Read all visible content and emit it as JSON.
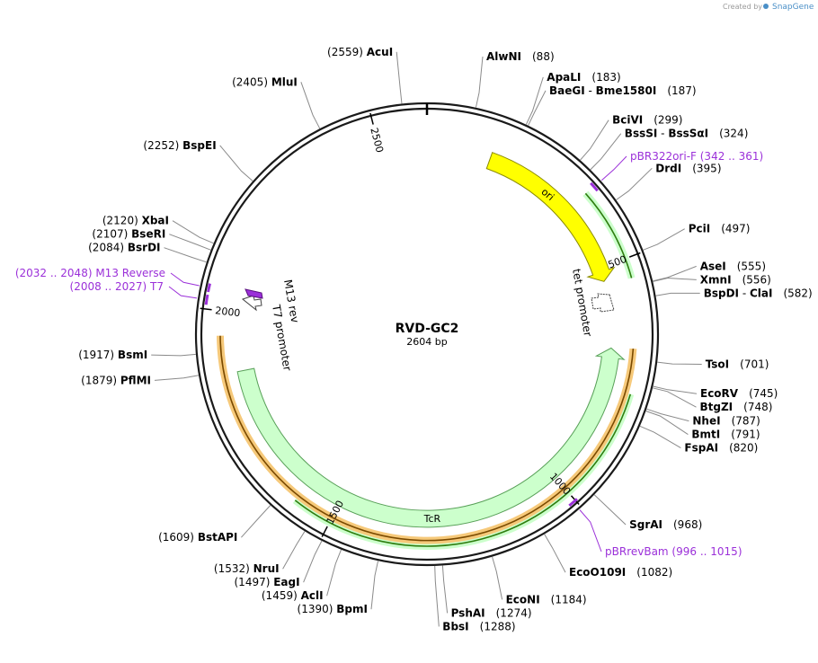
{
  "header": {
    "credit": "Created by",
    "brand": "SnapGene"
  },
  "plasmid": {
    "name": "RVD-GC2",
    "size": "2604 bp",
    "length": 2604
  },
  "ticks": [
    {
      "pos": 500,
      "label": "500"
    },
    {
      "pos": 1000,
      "label": "1000"
    },
    {
      "pos": 1500,
      "label": "1500"
    },
    {
      "pos": 2000,
      "label": "2000"
    },
    {
      "pos": 2500,
      "label": "2500"
    }
  ],
  "sites": [
    {
      "pos": 88,
      "names": [
        "AlwNI"
      ],
      "loc": "(88)"
    },
    {
      "pos": 183,
      "names": [
        "ApaLI"
      ],
      "loc": "(183)"
    },
    {
      "pos": 187,
      "names": [
        "BaeGI",
        "Bme1580I"
      ],
      "loc": "(187)"
    },
    {
      "pos": 299,
      "names": [
        "BciVI"
      ],
      "loc": "(299)"
    },
    {
      "pos": 324,
      "names": [
        "BssSI",
        "BssSαI"
      ],
      "loc": "(324)"
    },
    {
      "pos": 395,
      "names": [
        "DrdI"
      ],
      "loc": "(395)"
    },
    {
      "pos": 497,
      "names": [
        "PciI"
      ],
      "loc": "(497)"
    },
    {
      "pos": 555,
      "names": [
        "AseI"
      ],
      "loc": "(555)"
    },
    {
      "pos": 556,
      "names": [
        "XmnI"
      ],
      "loc": "(556)"
    },
    {
      "pos": 582,
      "names": [
        "BspDI",
        "ClaI"
      ],
      "loc": "(582)"
    },
    {
      "pos": 701,
      "names": [
        "TsoI"
      ],
      "loc": "(701)"
    },
    {
      "pos": 745,
      "names": [
        "EcoRV"
      ],
      "loc": "(745)"
    },
    {
      "pos": 748,
      "names": [
        "BtgZI"
      ],
      "loc": "(748)"
    },
    {
      "pos": 787,
      "names": [
        "NheI"
      ],
      "loc": "(787)"
    },
    {
      "pos": 791,
      "names": [
        "BmtI"
      ],
      "loc": "(791)"
    },
    {
      "pos": 820,
      "names": [
        "FspAI"
      ],
      "loc": "(820)"
    },
    {
      "pos": 968,
      "names": [
        "SgrAI"
      ],
      "loc": "(968)"
    },
    {
      "pos": 1082,
      "names": [
        "EcoO109I"
      ],
      "loc": "(1082)"
    },
    {
      "pos": 1184,
      "names": [
        "EcoNI"
      ],
      "loc": "(1184)"
    },
    {
      "pos": 1274,
      "names": [
        "PshAI"
      ],
      "loc": "(1274)"
    },
    {
      "pos": 1288,
      "names": [
        "BbsI"
      ],
      "loc": "(1288)"
    },
    {
      "pos": 1390,
      "names": [
        "BpmI"
      ],
      "loc": "(1390)"
    },
    {
      "pos": 1459,
      "names": [
        "AclI"
      ],
      "loc": "(1459)"
    },
    {
      "pos": 1497,
      "names": [
        "EagI"
      ],
      "loc": "(1497)"
    },
    {
      "pos": 1532,
      "names": [
        "NruI"
      ],
      "loc": "(1532)"
    },
    {
      "pos": 1609,
      "names": [
        "BstAPI"
      ],
      "loc": "(1609)"
    },
    {
      "pos": 1879,
      "names": [
        "PflMI"
      ],
      "loc": "(1879)"
    },
    {
      "pos": 1917,
      "names": [
        "BsmI"
      ],
      "loc": "(1917)"
    },
    {
      "pos": 2084,
      "names": [
        "BsrDI"
      ],
      "loc": "(2084)"
    },
    {
      "pos": 2107,
      "names": [
        "BseRI"
      ],
      "loc": "(2107)"
    },
    {
      "pos": 2120,
      "names": [
        "XbaI"
      ],
      "loc": "(2120)"
    },
    {
      "pos": 2252,
      "names": [
        "BspEI"
      ],
      "loc": "(2252)"
    },
    {
      "pos": 2405,
      "names": [
        "MluI"
      ],
      "loc": "(2405)"
    },
    {
      "pos": 2559,
      "names": [
        "AcuI"
      ],
      "loc": "(2559)"
    }
  ],
  "primers": [
    {
      "start": 342,
      "end": 361,
      "name": "pBR322ori-F",
      "loc": "(342 .. 361)"
    },
    {
      "start": 996,
      "end": 1015,
      "name": "pBRrevBam",
      "loc": "(996 .. 1015)"
    },
    {
      "start": 2032,
      "end": 2048,
      "name": "M13 Reverse",
      "loc": "(2032 .. 2048)"
    },
    {
      "start": 2008,
      "end": 2027,
      "name": "T7",
      "loc": "(2008 .. 2027)"
    }
  ],
  "features": [
    {
      "name": "ori",
      "start": 143,
      "end": 531,
      "color": "#ffff00",
      "stroke": "#8a8a00"
    },
    {
      "name": "TcR",
      "start": 682,
      "end": 1872,
      "color": "#ccffcc",
      "stroke": "#58a058"
    },
    {
      "name": "tet promoter",
      "start": 584,
      "end": 612,
      "color": "#ffffff",
      "stroke": "#444444"
    },
    {
      "name": "T7 promoter",
      "start": 2008,
      "end": 2027,
      "color": "#ffffff",
      "stroke": "#444444"
    },
    {
      "name": "M13 rev",
      "start": 2032,
      "end": 2048,
      "color": "#9b30d9",
      "stroke": "#5a1080"
    }
  ],
  "transcripts": [
    {
      "start": 350,
      "end": 540,
      "color": "#ccffcc",
      "line": "#2e7d0f"
    },
    {
      "start": 770,
      "end": 1580,
      "color": "#ccffcc",
      "line": "#2e7d0f"
    },
    {
      "start": 680,
      "end": 1950,
      "color": "#f6c97a",
      "line": "#7a4a00"
    }
  ]
}
